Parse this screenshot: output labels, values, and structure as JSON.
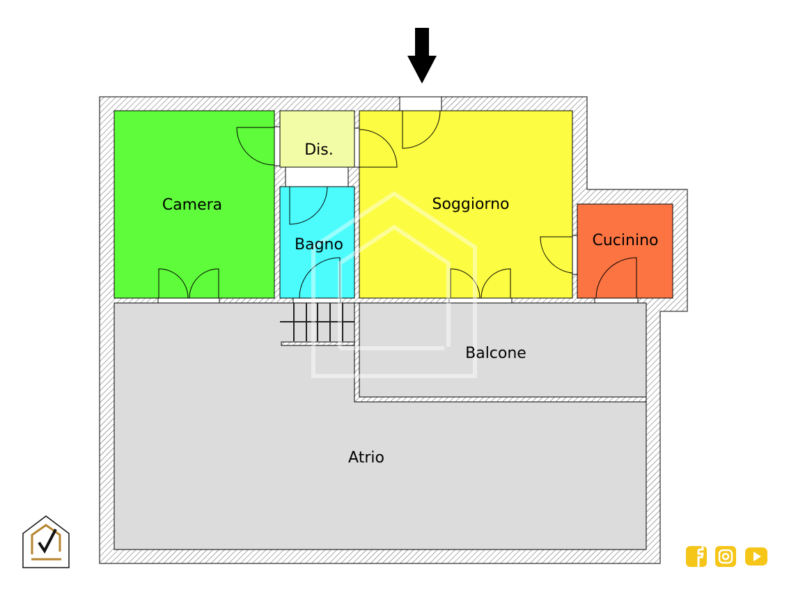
{
  "rooms": {
    "camera": {
      "label": "Camera",
      "color": "#5efc3a"
    },
    "dis": {
      "label": "Dis.",
      "color": "#f2fca6"
    },
    "bagno": {
      "label": "Bagno",
      "color": "#4cfcfc"
    },
    "soggiorno": {
      "label": "Soggiorno",
      "color": "#fcfc42"
    },
    "cucinino": {
      "label": "Cucinino",
      "color": "#fc7442"
    },
    "balcone": {
      "label": "Balcone",
      "color": "#dcdcdc"
    },
    "atrio": {
      "label": "Atrio",
      "color": "#dcdcdc"
    }
  },
  "social": [
    "facebook-icon",
    "instagram-icon",
    "youtube-icon"
  ],
  "accent": "#f5c518"
}
